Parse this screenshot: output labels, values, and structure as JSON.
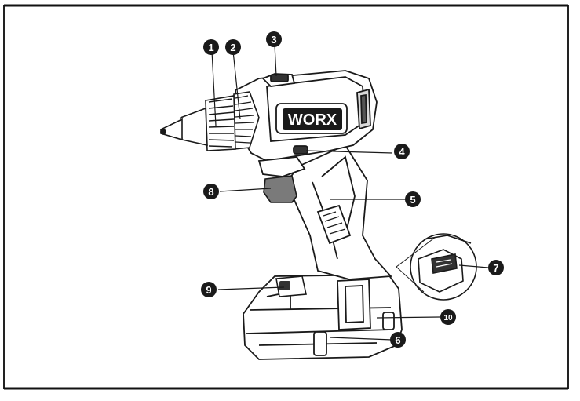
{
  "brand": {
    "logo_text": "WORX"
  },
  "callouts": [
    {
      "id": "1",
      "label": "1"
    },
    {
      "id": "2",
      "label": "2"
    },
    {
      "id": "3",
      "label": "3"
    },
    {
      "id": "4",
      "label": "4"
    },
    {
      "id": "5",
      "label": "5"
    },
    {
      "id": "6",
      "label": "6"
    },
    {
      "id": "7",
      "label": "7"
    },
    {
      "id": "8",
      "label": "8"
    },
    {
      "id": "9",
      "label": "9"
    },
    {
      "id": "10",
      "label": "10"
    }
  ],
  "colors": {
    "ink": "#1a1a1a",
    "frame": "#222222",
    "grip": "#7a7a7a",
    "body_shade": "#d9d9d9"
  }
}
